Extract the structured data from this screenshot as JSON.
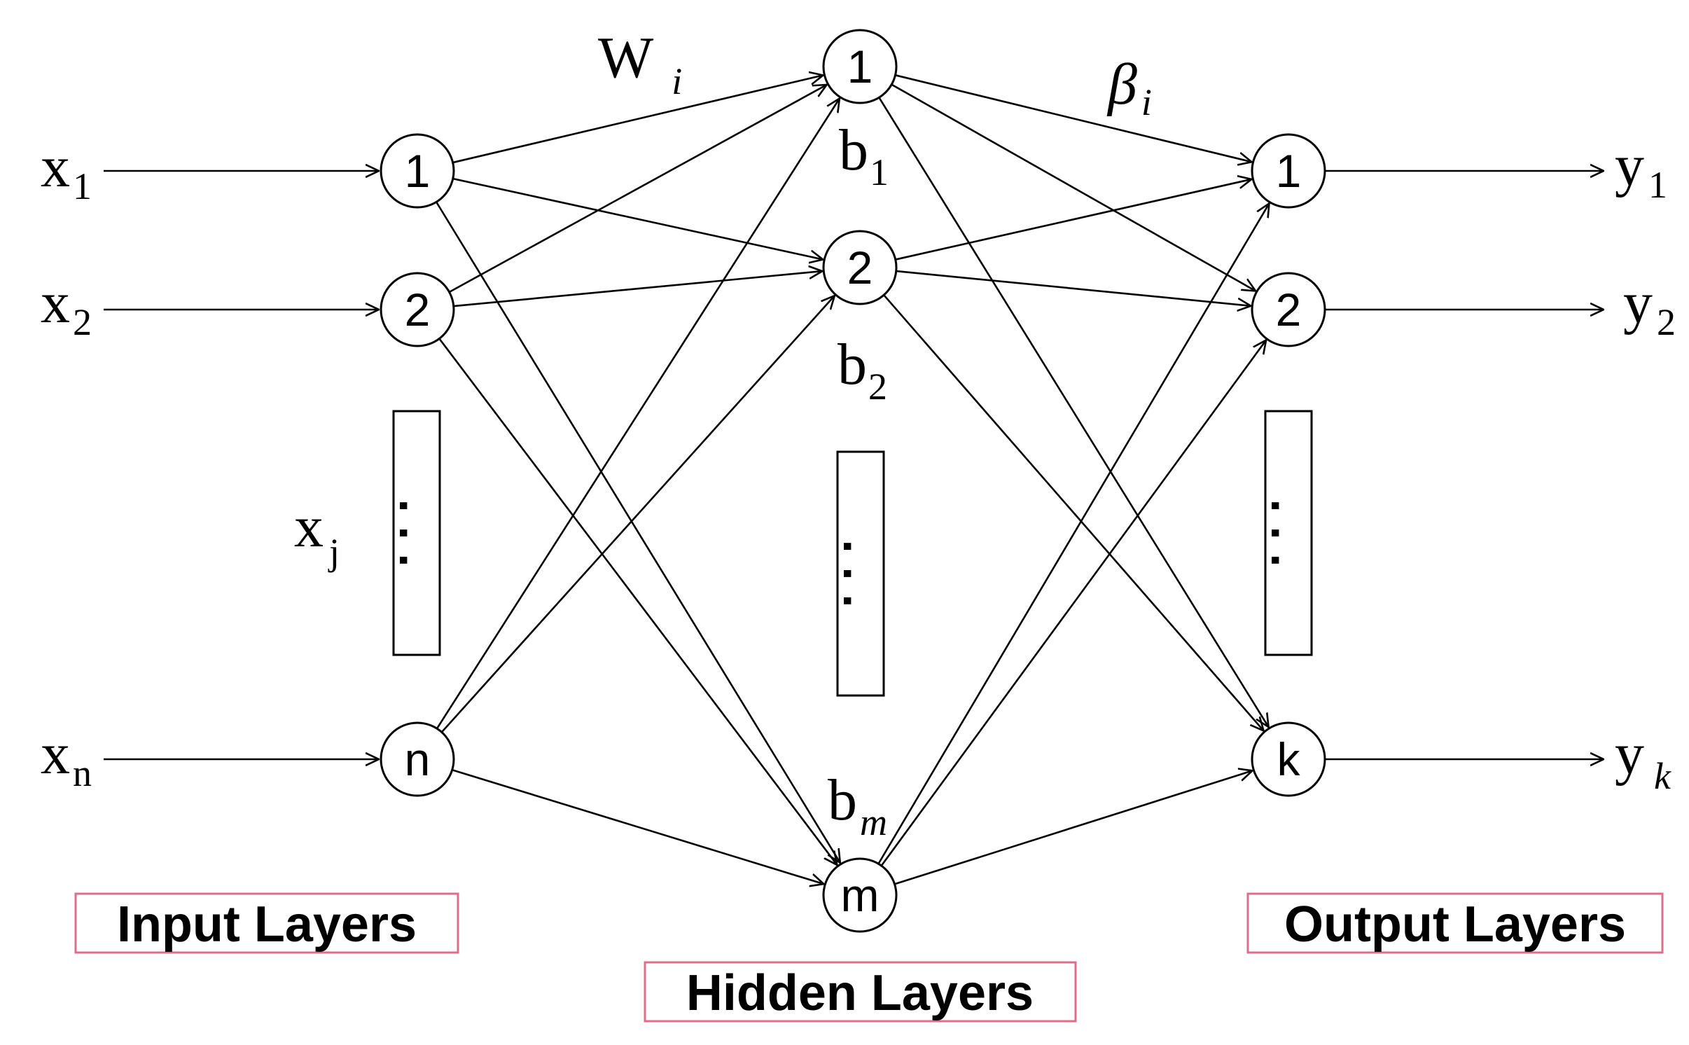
{
  "colors": {
    "stroke": "#000000",
    "label_box_border": "#e06e8a",
    "background": "#ffffff"
  },
  "input_layer": {
    "label": "Input Layers",
    "nodes": [
      "1",
      "2",
      "n"
    ],
    "inputs": [
      {
        "base": "x",
        "sub": "1"
      },
      {
        "base": "x",
        "sub": "2"
      },
      {
        "base": "x",
        "sub": "n"
      }
    ],
    "gap_var": {
      "base": "x",
      "sub": "j"
    },
    "ellipsis": ".  .  ."
  },
  "hidden_layer": {
    "label": "Hidden Layers",
    "nodes": [
      "1",
      "2",
      "m"
    ],
    "biases": [
      {
        "base": "b",
        "sub": "1"
      },
      {
        "base": "b",
        "sub": "2"
      },
      {
        "base": "b",
        "sub": "m"
      }
    ],
    "weight_label": {
      "base": "W",
      "sub": "i"
    }
  },
  "output_layer": {
    "label": "Output Layers",
    "nodes": [
      "1",
      "2",
      "k"
    ],
    "outputs": [
      {
        "base": "y",
        "sub": "1"
      },
      {
        "base": "y",
        "sub": "2"
      },
      {
        "base": "y",
        "sub": "k"
      }
    ],
    "weight_label": {
      "base": "β",
      "sub": "i"
    }
  }
}
